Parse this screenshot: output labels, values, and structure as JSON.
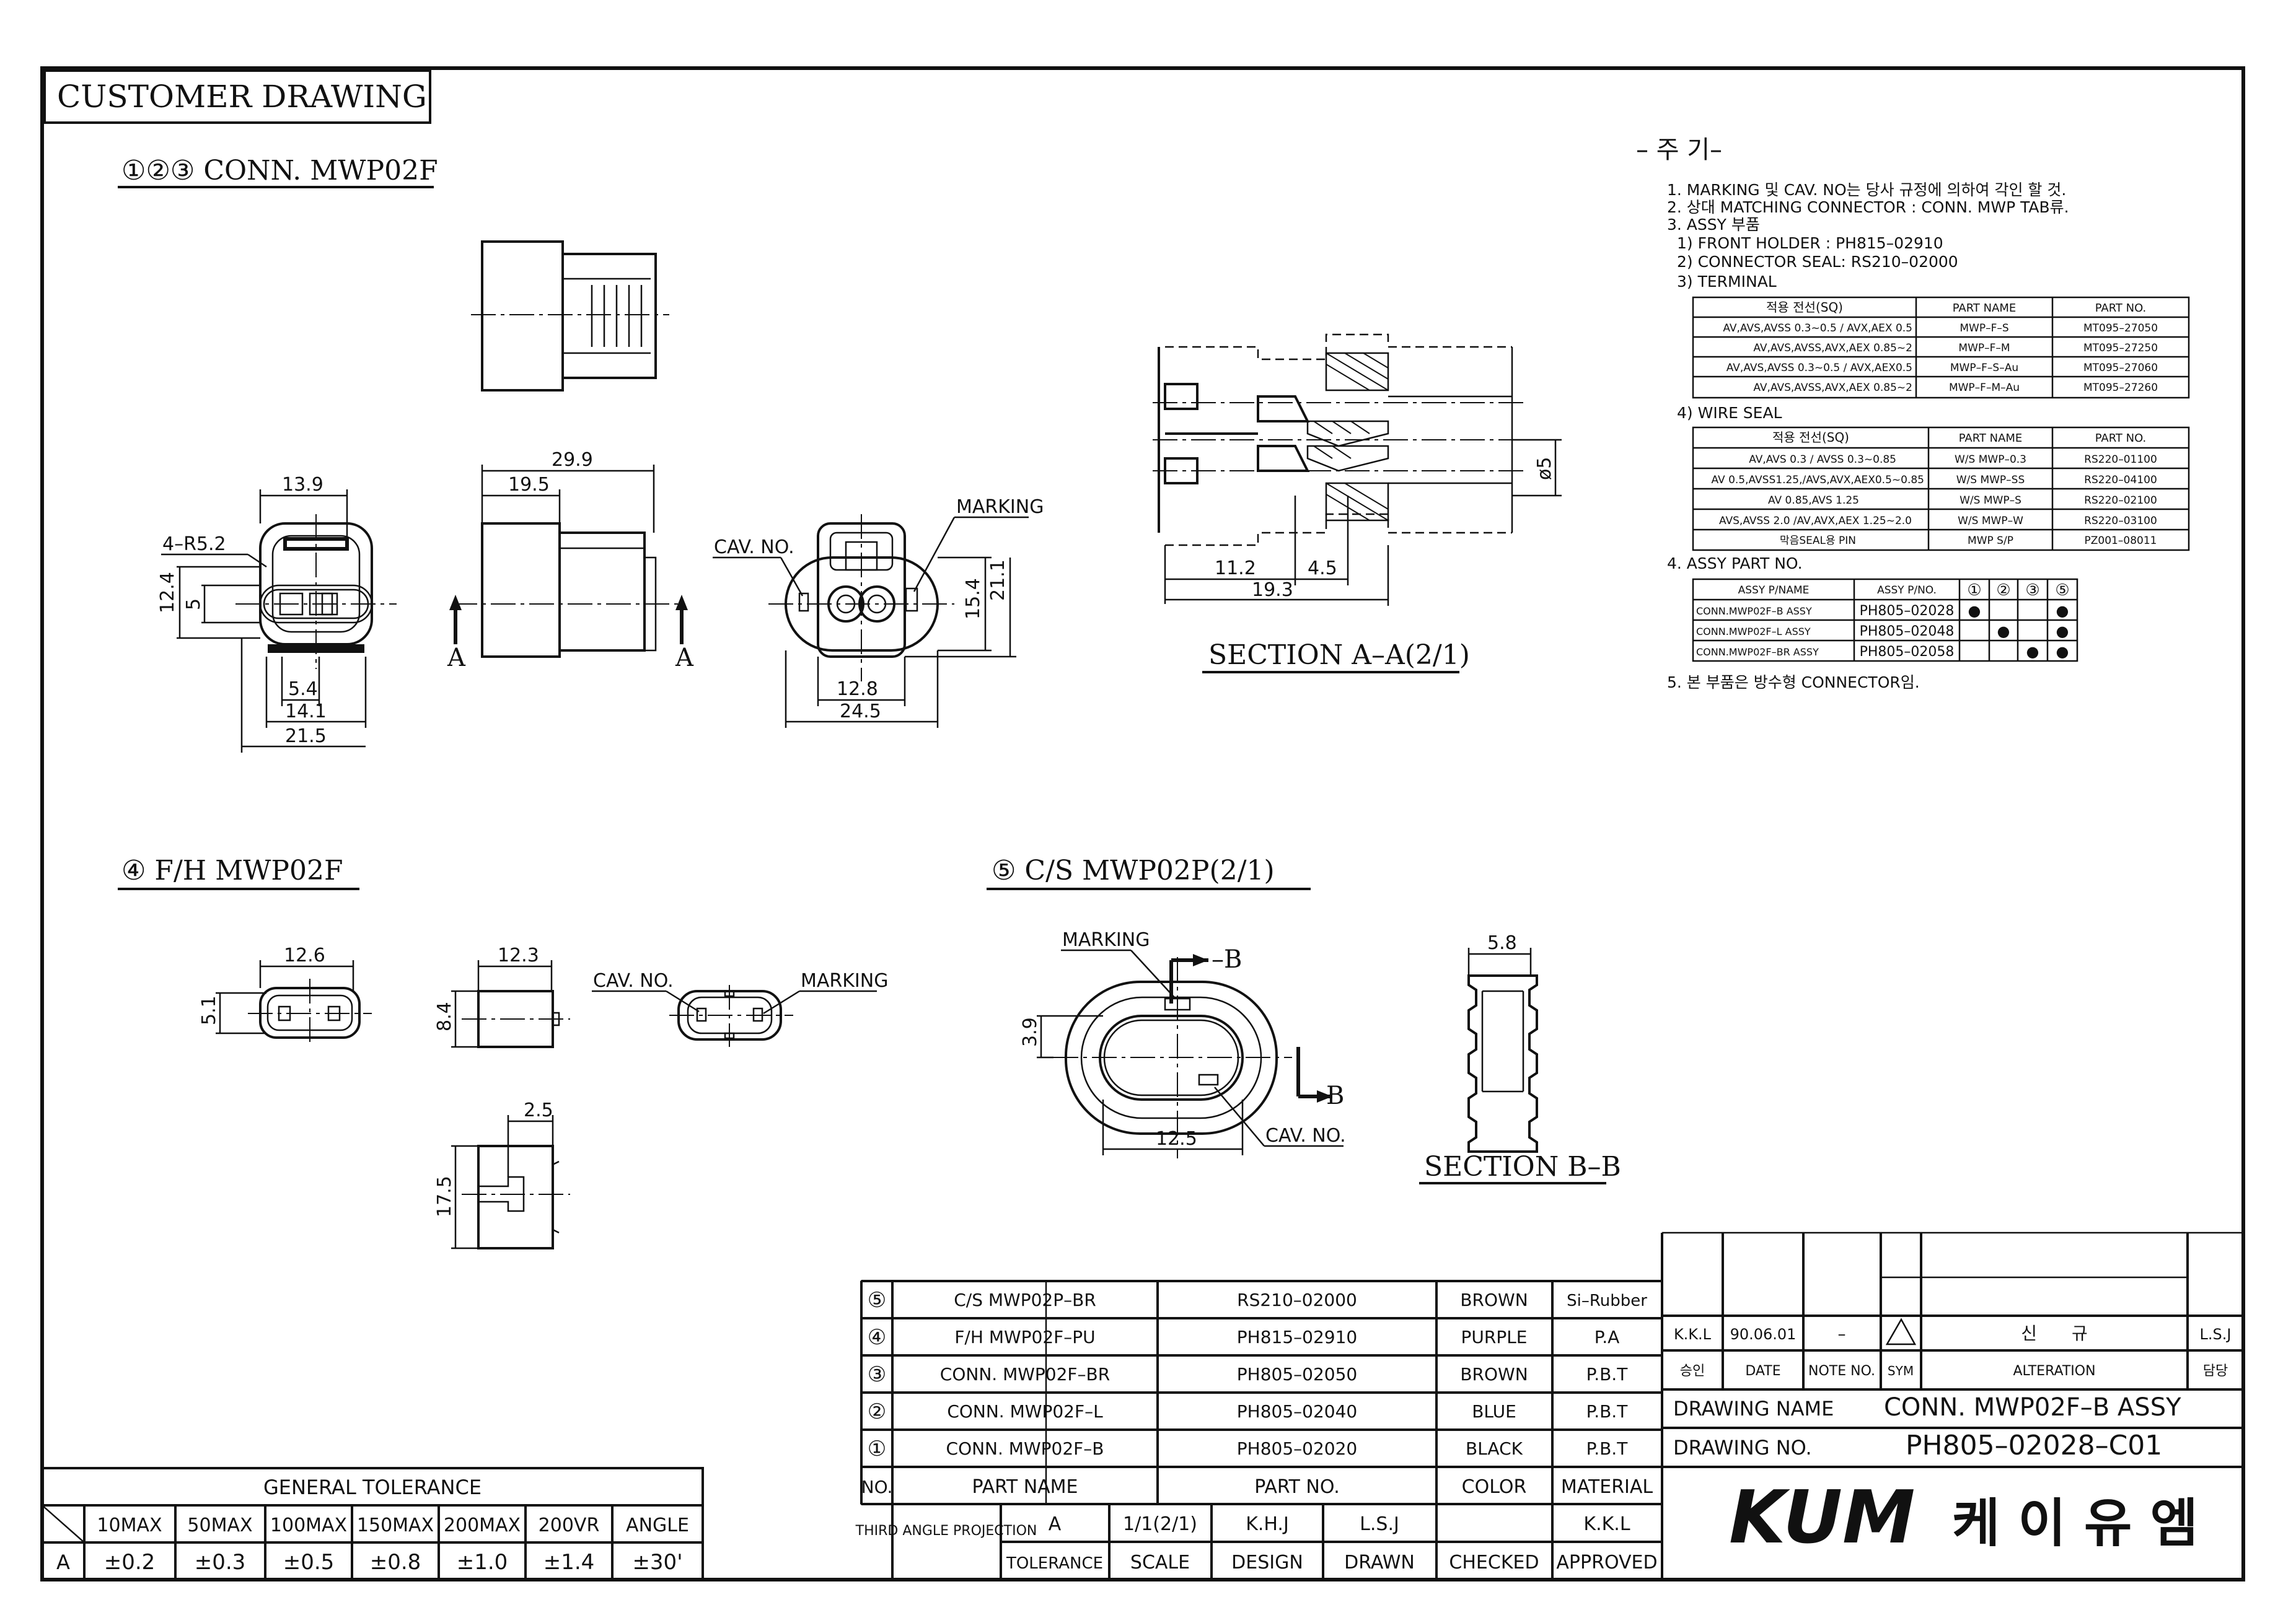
{
  "title_box": "CUSTOMER DRAWING",
  "views": {
    "conn_title": "①②③ CONN. MWP02F",
    "fh_title": "④ F/H MWP02F",
    "cs_title": "⑤ C/S MWP02P(2/1)",
    "section_aa": "SECTION A–A(2/1)",
    "section_bb": "SECTION B–B"
  },
  "dims": {
    "d13_9": "13.9",
    "d4r52": "4–R5.2",
    "d12_4": "12.4",
    "d5": "5",
    "d5_4": "5.4",
    "d14_1": "14.1",
    "d21_5": "21.5",
    "d29_9": "29.9",
    "d19_5": "19.5",
    "A": "A",
    "cav": "CAV. NO.",
    "marking": "MARKING",
    "d21_1": "21.1",
    "d15_4": "15.4",
    "d12_8": "12.8",
    "d24_5": "24.5",
    "d11_2": "11.2",
    "d4_5": "4.5",
    "d19_3": "19.3",
    "dphi5": "ø5",
    "d12_6": "12.6",
    "d5_1": "5.1",
    "d12_3": "12.3",
    "d8_4": "8.4",
    "d2_5": "2.5",
    "d17_5": "17.5",
    "d3_9": "3.9",
    "d12_5": "12.5",
    "B": "–B",
    "d5_8": "5.8"
  },
  "notes": {
    "heading": "– 주 기–",
    "n1": "1. MARKING 및 CAV. NO는 당사 규정에 의하여 각인 할 것.",
    "n2": "2. 상대 MATCHING CONNECTOR : CONN. MWP TAB류.",
    "n3": "3. ASSY 부품",
    "n3_1": "1) FRONT HOLDER : PH815–02910",
    "n3_2": "2) CONNECTOR SEAL: RS210–02000",
    "n3_3": "3) TERMINAL",
    "terminal": {
      "headers": [
        "적용 전선(SQ)",
        "PART NAME",
        "PART NO."
      ],
      "rows": [
        [
          "AV,AVS,AVSS 0.3~0.5 / AVX,AEX 0.5",
          "MWP–F–S",
          "MT095–27050"
        ],
        [
          "AV,AVS,AVSS,AVX,AEX 0.85~2",
          "MWP–F–M",
          "MT095–27250"
        ],
        [
          "AV,AVS,AVSS 0.3~0.5 / AVX,AEX0.5",
          "MWP–F–S–Au",
          "MT095–27060"
        ],
        [
          "AV,AVS,AVSS,AVX,AEX 0.85~2",
          "MWP–F–M–Au",
          "MT095–27260"
        ]
      ]
    },
    "n3_4": "4) WIRE SEAL",
    "wireseal": {
      "headers": [
        "적용 전선(SQ)",
        "PART NAME",
        "PART NO."
      ],
      "rows": [
        [
          "AV,AVS 0.3 / AVSS 0.3~0.85",
          "W/S MWP–0.3",
          "RS220–01100"
        ],
        [
          "AV 0.5,AVSS1.25,/AVS,AVX,AEX0.5~0.85",
          "W/S MWP–SS",
          "RS220–04100"
        ],
        [
          "AV 0.85,AVS 1.25",
          "W/S MWP–S",
          "RS220–02100"
        ],
        [
          "AVS,AVSS 2.0 /AV,AVX,AEX 1.25~2.0",
          "W/S MWP–W",
          "RS220–03100"
        ],
        [
          "막음SEAL용 PIN",
          "MWP S/P",
          "PZ001–08011"
        ]
      ]
    },
    "n4": "4. ASSY PART NO.",
    "assy": {
      "headers": [
        "ASSY P/NAME",
        "ASSY P/NO.",
        "①",
        "②",
        "③",
        "⑤"
      ],
      "rows": [
        [
          "CONN.MWP02F–B ASSY",
          "PH805–02028",
          "●",
          "",
          "",
          "●"
        ],
        [
          "CONN.MWP02F–L ASSY",
          "PH805–02048",
          "",
          "●",
          "",
          "●"
        ],
        [
          "CONN.MWP02F–BR ASSY",
          "PH805–02058",
          "",
          "",
          "●",
          "●"
        ]
      ]
    },
    "n5": "5. 본 부품은 방수형 CONNECTOR임."
  },
  "bom": {
    "rows": [
      [
        "⑤",
        "C/S MWP02P–BR",
        "RS210–02000",
        "BROWN",
        "Si–Rubber"
      ],
      [
        "④",
        "F/H MWP02F–PU",
        "PH815–02910",
        "PURPLE",
        "P.A"
      ],
      [
        "③",
        "CONN. MWP02F–BR",
        "PH805–02050",
        "BROWN",
        "P.B.T"
      ],
      [
        "②",
        "CONN. MWP02F–L",
        "PH805–02040",
        "BLUE",
        "P.B.T"
      ],
      [
        "①",
        "CONN. MWP02F–B",
        "PH805–02020",
        "BLACK",
        "P.B.T"
      ]
    ],
    "header": [
      "NO.",
      "PART NAME",
      "PART NO.",
      "COLOR",
      "MATERIAL"
    ],
    "proj": "THIRD ANGLE PROJECTION",
    "vals": [
      "A",
      "1/1(2/1)",
      "K.H.J",
      "L.S.J",
      "",
      "K.K.L"
    ],
    "labels": [
      "TOLERANCE",
      "SCALE",
      "DESIGN",
      "DRAWN",
      "CHECKED",
      "APPROVED"
    ]
  },
  "tolerance": {
    "title": "GENERAL TOLERANCE",
    "headers": [
      "10MAX",
      "50MAX",
      "100MAX",
      "150MAX",
      "200MAX",
      "200VR",
      "ANGLE"
    ],
    "row_label": "A",
    "values": [
      "±0.2",
      "±0.3",
      "±0.5",
      "±0.8",
      "±1.0",
      "±1.4",
      "±30'"
    ]
  },
  "revision": {
    "row": [
      "K.K.L",
      "90.06.01",
      "–",
      "",
      "신　　규",
      "L.S.J"
    ],
    "headers": [
      "승인",
      "DATE",
      "NOTE NO.",
      "SYM",
      "ALTERATION",
      "담당"
    ]
  },
  "title_block": {
    "drawing_name_label": "DRAWING NAME",
    "drawing_name": "CONN. MWP02F–B ASSY",
    "drawing_no_label": "DRAWING NO.",
    "drawing_no": "PH805–02028–C01",
    "logo": "KUM",
    "company": "케 이 유 엠"
  }
}
